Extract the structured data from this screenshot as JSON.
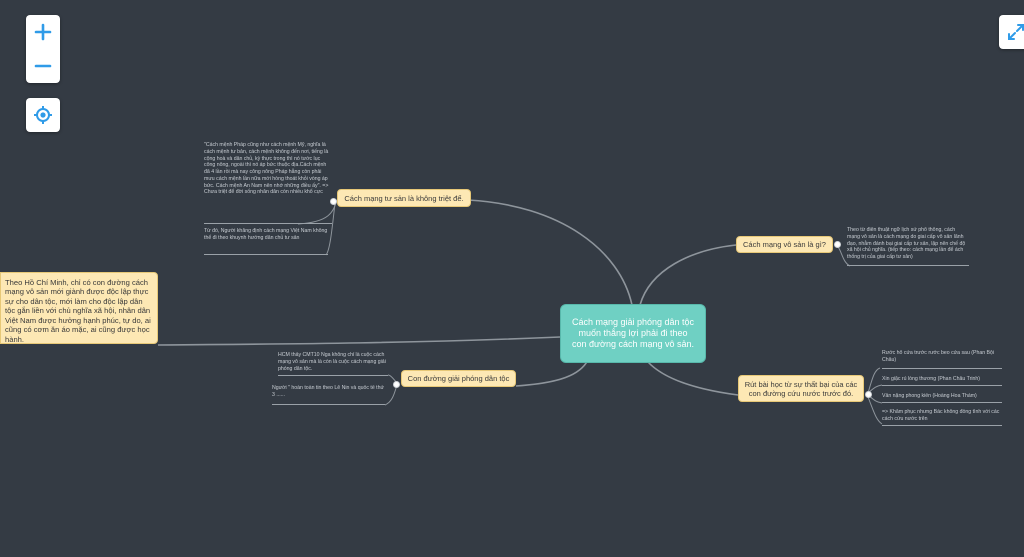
{
  "controls": {
    "zoom_in_icon": "plus-icon",
    "zoom_out_icon": "minus-icon",
    "locate_icon": "target-icon",
    "fullscreen_icon": "expand-icon"
  },
  "colors": {
    "background": "#343b44",
    "root_fill": "#6fd0c3",
    "branch_fill": "#fde8b4",
    "accent": "#2f9be8"
  },
  "mindmap": {
    "root": "Cách mạng giải phóng dân tộc muốn thắng lợi phải đi theo con đường cách mạng vô sản.",
    "branches": [
      {
        "label": "Cách mạng tư sản là không triệt để.",
        "notes": [
          "\"Cách mệnh Pháp cũng như cách mệnh Mỹ, nghĩa là cách mệnh tư bản, cách mệnh không đến nơi, tiếng là cộng hoà và dân chủ, kỳ thực trong thì nó tước lục công nông, ngoài thì nó áp bức thuộc địa.Cách mệnh đã 4 lần rồi mà nay công nông Pháp hẵng còn phải mưu cách mệnh lần nữa mới hòng thoát khỏi vòng áp bức. Cách mệnh An Nam nên nhớ những điều ấy\". => Chưa triệt để đời sống nhân dân còn nhiều khổ cực",
          "Từ đó, Người khẳng định cách mạng Việt Nam không thể đi theo khuynh hướng dân chủ tư sản"
        ]
      },
      {
        "label": "Cách mạng vô sản là gì?",
        "notes": [
          "Theo từ điển thuật ngữ lịch sử phổ thông, cách mạng vô sản là cách mạng do giai cấp vô sản lãnh đạo, nhằm đánh bại giai cấp tư sản, lập nên chế độ xã hội chủ nghĩa. (tiếp theo: cách mạng lần để ách thống trị của giai cấp tư sản)"
        ]
      },
      {
        "label": "Con đường giải phóng dân tộc",
        "notes": [
          "HCM thấy CMT10 Nga không chỉ là cuộc cách mạng vô sản mà là còn là cuộc cách mạng giải phóng dân tộc.",
          "Người \" hoàn toàn tin theo Lê Nin và quốc tế thứ 3 ......"
        ]
      },
      {
        "label": "Rút bài học từ sự thất bại của các con đường cứu nước trước đó.",
        "notes": [
          "Rước hổ cửa trước rước beo cửa sau (Phan Bội Châu)",
          "Xin giặc rủ lòng thương (Phan Châu Trinh)",
          "Vẫn nặng phong kiến (Hoàng Hoa Thám)",
          "=> Khâm phục nhưng Bác không đồng tình với các cách cứu nước trên"
        ]
      }
    ],
    "side_note": "Theo Hồ Chí Minh, chỉ có con đường cách mạng vô sản mới giành được độc lập thực sự cho dân tộc, mới làm cho độc lập dân tộc gắn liền với chủ nghĩa xã hội, nhân dân Việt Nam được hưởng hạnh phúc, tự do, ai cũng có cơm ăn áo mặc, ai cũng được học hành."
  }
}
